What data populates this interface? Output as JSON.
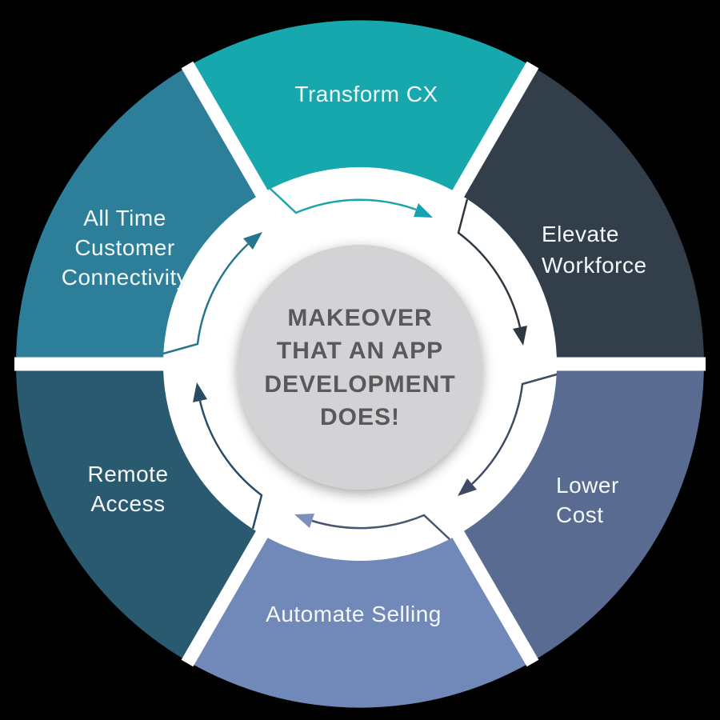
{
  "background_color": "#000000",
  "ring_color": "#ffffff",
  "separator_color": "#ffffff",
  "label_color": "#f5f8f9",
  "center": {
    "circle_color": "#d3d3d5",
    "text_color": "#58595b",
    "lines": [
      "MAKEOVER",
      "THAT AN APP",
      "DEVELOPMENT",
      "DOES!"
    ]
  },
  "segments": [
    {
      "id": "transform-cx",
      "label": "Transform CX",
      "lines": [
        "Transform CX"
      ],
      "color": "#17a8ad",
      "arrow_color": "#1ba6ac",
      "arrow_head_color": "#17a2ae"
    },
    {
      "id": "elevate-workforce",
      "label": "Elevate Workforce",
      "lines": [
        "Elevate",
        "Workforce"
      ],
      "color": "#333e4b",
      "arrow_color": "#2e3842",
      "arrow_head_color": "#2e3842"
    },
    {
      "id": "lower-cost",
      "label": "Lower Cost",
      "lines": [
        "Lower",
        "Cost"
      ],
      "color": "#5a6b91",
      "arrow_color": "#3e4b64",
      "arrow_head_color": "#3e4b64"
    },
    {
      "id": "automate-selling",
      "label": "Automate Selling",
      "lines": [
        "Automate Selling"
      ],
      "color": "#7189b8",
      "arrow_color": "#495671",
      "arrow_head_color": "#7d90bc"
    },
    {
      "id": "remote-access",
      "label": "Remote Access",
      "lines": [
        "Remote",
        "Access"
      ],
      "color": "#2a5a70",
      "arrow_color": "#2a4b64",
      "arrow_head_color": "#2a4b64"
    },
    {
      "id": "all-time-customer-connectivity",
      "label": "All Time Customer Connectivity",
      "lines": [
        "All Time",
        "Customer",
        "Connectivity"
      ],
      "color": "#2d7f99",
      "arrow_color": "#27768f",
      "arrow_head_color": "#27768f"
    }
  ]
}
